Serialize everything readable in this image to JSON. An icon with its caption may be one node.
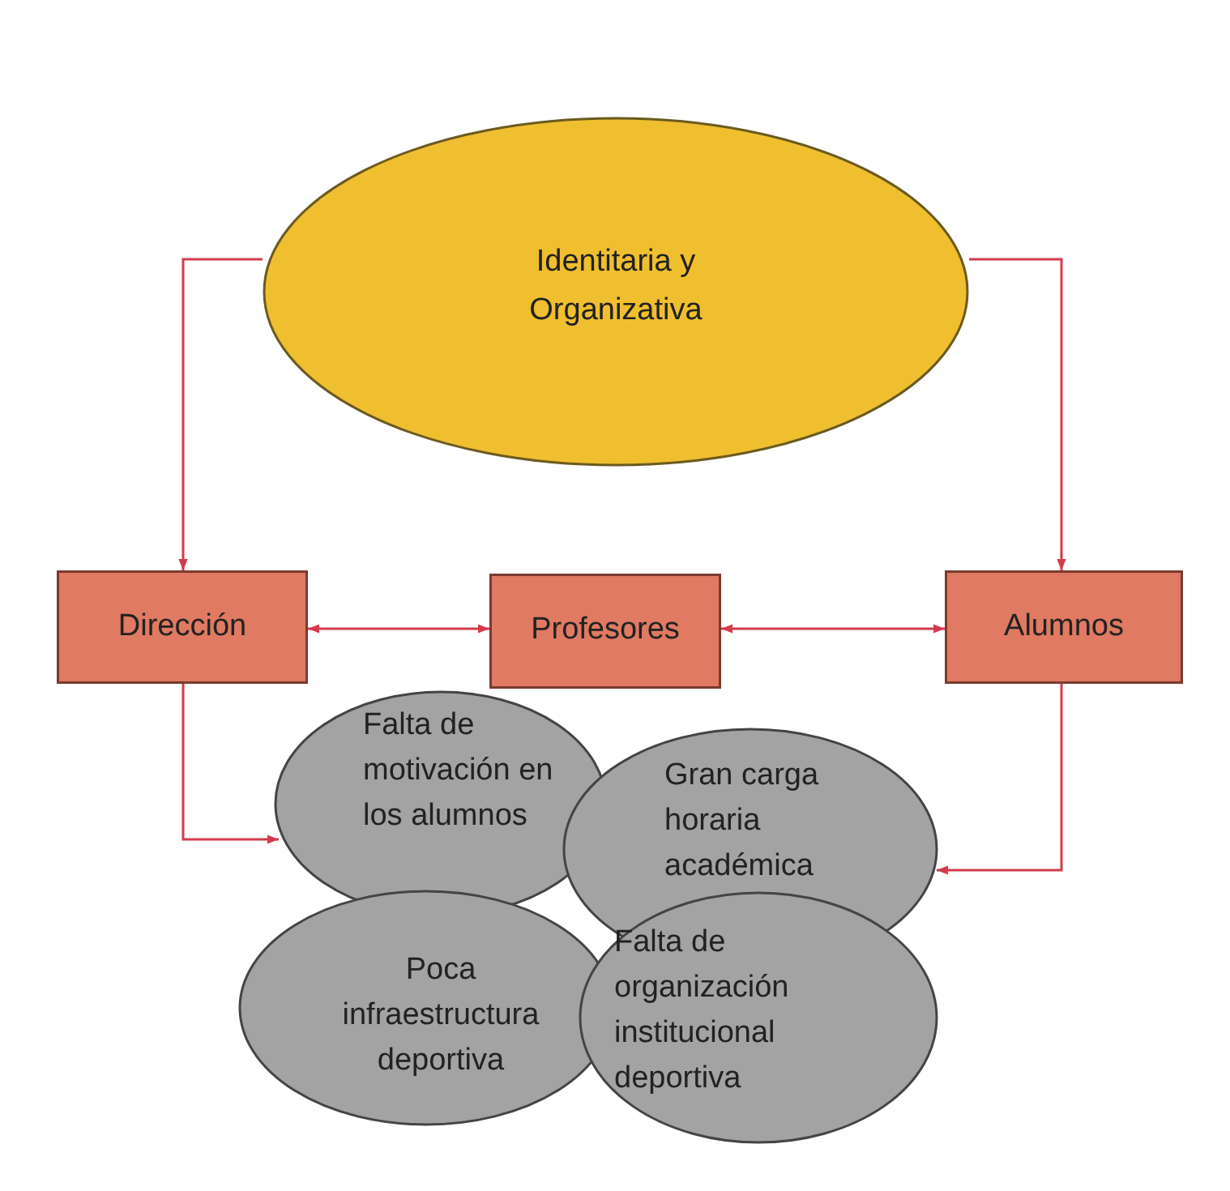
{
  "diagram": {
    "nodes": [
      {
        "text": [
          "Identitaria y Organizativa"
        ]
      },
      {
        "text": [
          "Dirección"
        ]
      },
      {
        "text": [
          "Profesores"
        ]
      },
      {
        "text": [
          "Alumnos"
        ]
      },
      {
        "text": [
          "Falta de motivación en los alumnos"
        ]
      },
      {
        "text": [
          "Gran carga horaria académica"
        ]
      },
      {
        "text": [
          "Poca infraestructura deportiva"
        ]
      },
      {
        "text": [
          "Falta de organización institucional deportiva"
        ]
      }
    ],
    "edges": [
      {
        "from": 0,
        "to": 1,
        "arrow": "to"
      },
      {
        "from": 0,
        "to": 3,
        "arrow": "to"
      },
      {
        "from": 1,
        "to": 2,
        "arrow": "both"
      },
      {
        "from": 2,
        "to": 3,
        "arrow": "both"
      },
      {
        "from": 1,
        "to": 4,
        "arrow": "to"
      },
      {
        "from": 3,
        "to": 5,
        "arrow": "to"
      }
    ]
  }
}
